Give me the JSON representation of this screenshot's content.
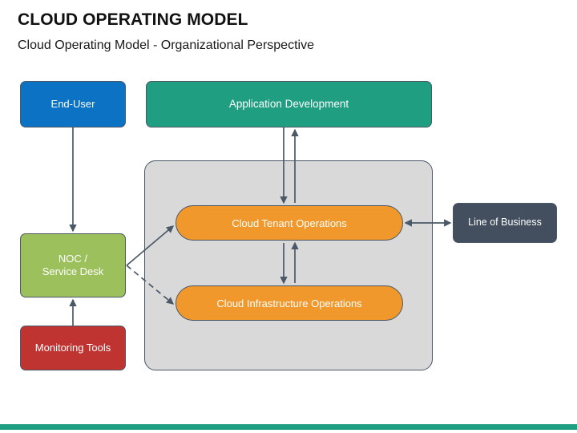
{
  "header": {
    "title": "CLOUD OPERATING MODEL",
    "subtitle": "Cloud Operating Model - Organizational Perspective"
  },
  "diagram": {
    "nodes": {
      "end_user": {
        "label": "End-User",
        "color": "#0b72c4"
      },
      "app_dev": {
        "label": "Application Development",
        "color": "#1f9e81"
      },
      "noc_service_desk": {
        "label_line1": "NOC /",
        "label_line2": "Service Desk",
        "color": "#9bc05c"
      },
      "monitoring_tools": {
        "label": "Monitoring Tools",
        "color": "#bf3330"
      },
      "line_of_business": {
        "label": "Line of Business",
        "color": "#434f5f"
      },
      "tenant_ops": {
        "label": "Cloud Tenant Operations",
        "color": "#f1982c"
      },
      "infra_ops": {
        "label": "Cloud Infrastructure Operations",
        "color": "#f1982c"
      }
    },
    "container": {
      "color": "#d9d9d9",
      "border_color": "#4a5868"
    },
    "connectors": [
      {
        "name": "end-user-to-noc",
        "from": "end_user",
        "to": "noc_service_desk",
        "style": "solid",
        "direction": "down"
      },
      {
        "name": "monitoring-to-noc",
        "from": "monitoring_tools",
        "to": "noc_service_desk",
        "style": "solid",
        "direction": "up"
      },
      {
        "name": "noc-to-tenant-ops",
        "from": "noc_service_desk",
        "to": "tenant_ops",
        "style": "solid",
        "direction": "to"
      },
      {
        "name": "noc-to-infra-ops",
        "from": "noc_service_desk",
        "to": "infra_ops",
        "style": "dashed",
        "direction": "to"
      },
      {
        "name": "app-dev-to-tenant-ops",
        "from": "app_dev",
        "to": "tenant_ops",
        "style": "solid",
        "direction": "down"
      },
      {
        "name": "tenant-ops-to-app-dev",
        "from": "tenant_ops",
        "to": "app_dev",
        "style": "solid",
        "direction": "up"
      },
      {
        "name": "tenant-ops-to-infra-ops",
        "from": "tenant_ops",
        "to": "infra_ops",
        "style": "solid",
        "direction": "down"
      },
      {
        "name": "infra-ops-to-tenant-ops",
        "from": "infra_ops",
        "to": "tenant_ops",
        "style": "solid",
        "direction": "up"
      },
      {
        "name": "tenant-ops-to-line-of-business",
        "from": "tenant_ops",
        "to": "line_of_business",
        "style": "solid",
        "direction": "both"
      }
    ],
    "line_color": "#4a5868"
  },
  "accent_bar": {
    "color": "#1f9e81"
  }
}
